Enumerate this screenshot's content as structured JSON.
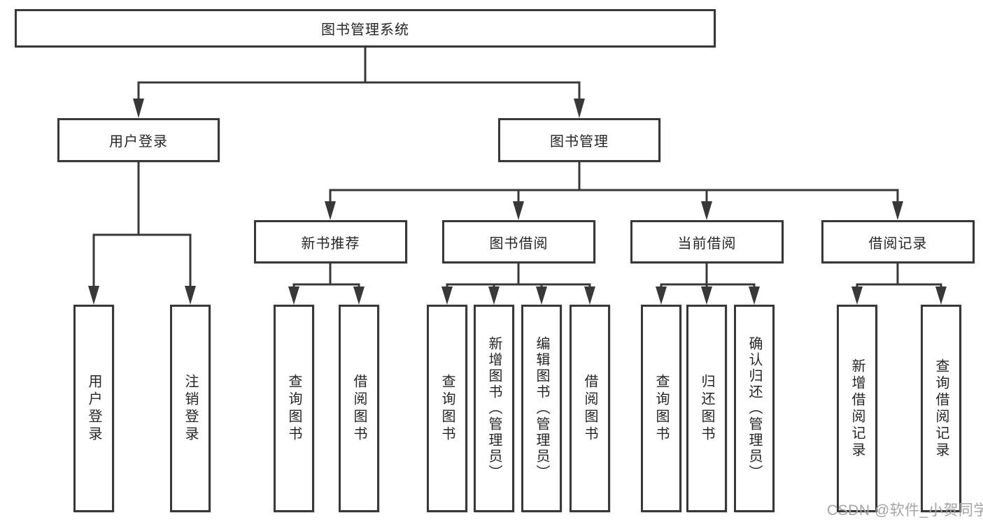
{
  "diagram_type": "hierarchy-tree",
  "colors": {
    "line": "#383838",
    "box_border": "#383838",
    "box_background": "#ffffff",
    "text": "#262626",
    "watermark": "#a3a3a3",
    "page_background": "#ffffff"
  },
  "tree": {
    "label": "图书管理系统",
    "children": [
      {
        "label": "用户登录",
        "children": [
          {
            "label": "用户登录"
          },
          {
            "label": "注销登录"
          }
        ]
      },
      {
        "label": "图书管理",
        "children": [
          {
            "label": "新书推荐",
            "children": [
              {
                "label": "查询图书"
              },
              {
                "label": "借阅图书"
              }
            ]
          },
          {
            "label": "图书借阅",
            "children": [
              {
                "label": "查询图书"
              },
              {
                "label": "新增图书（管理员）"
              },
              {
                "label": "编辑图书（管理员）"
              },
              {
                "label": "借阅图书"
              }
            ]
          },
          {
            "label": "当前借阅",
            "children": [
              {
                "label": "查询图书"
              },
              {
                "label": "归还图书"
              },
              {
                "label": "确认归还（管理员）"
              }
            ]
          },
          {
            "label": "借阅记录",
            "children": [
              {
                "label": "新增借阅记录"
              },
              {
                "label": "查询借阅记录"
              }
            ]
          }
        ]
      }
    ]
  },
  "watermark": {
    "text": "CSDN @软件_小贺同学"
  }
}
